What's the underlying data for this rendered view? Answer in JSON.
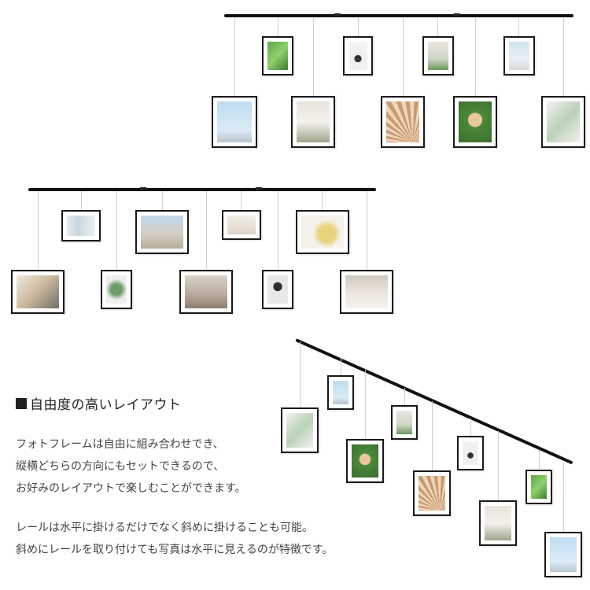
{
  "section": {
    "heading_marker": "■",
    "heading": "自由度の高いレイアウト",
    "paragraph1": [
      "フォトフレームは自由に組み合わせでき、",
      "縦横どちらの方向にもセットできるので、",
      "お好みのレイアウトで楽しむことができます。"
    ],
    "paragraph2": [
      "レールは水平に掛けるだけでなく斜めに掛けることも可能。",
      "斜めにレールを取り付けても写真は水平に見えるのが特徴です。"
    ]
  },
  "colors": {
    "rail": "#111111",
    "frame_border": "#1a1a1a",
    "text": "#444444"
  }
}
